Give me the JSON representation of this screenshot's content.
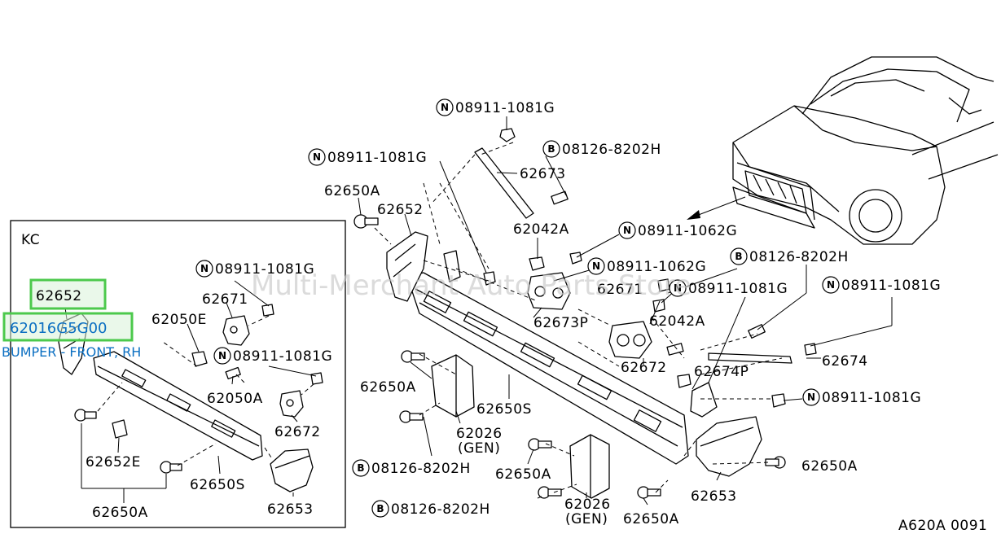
{
  "watermark": "Multi-Merchant Auto Parts Store",
  "inset_label": "KC",
  "diagram_code": "A620A 0091",
  "highlight": {
    "part_ref": "62652",
    "part_number": "62016G5G00",
    "description": "BUMPER - FRONT, RH",
    "accent_color": "#4cc94c",
    "text_color": "#0b6fc2"
  },
  "labels": {
    "m_08911_1081G_top": "08911-1081G",
    "m_08126_8202H_top": "08126-8202H",
    "m_08911_1081G_mid": "08911-1081G",
    "p_62673": "62673",
    "p_62650A_a": "62650A",
    "p_62652_main": "62652",
    "p_62042A_a": "62042A",
    "m_08911_1062G_a": "08911-1062G",
    "m_08126_8202H_right": "08126-8202H",
    "m_08911_1062G_b": "08911-1062G",
    "p_62671_main": "62671",
    "m_08911_1081G_r1": "08911-1081G",
    "m_08911_1081G_r2": "08911-1081G",
    "p_62673P": "62673P",
    "p_62042A_b": "62042A",
    "p_62674": "62674",
    "p_62672_main": "62672",
    "p_62674P": "62674P",
    "p_62650A_b": "62650A",
    "m_08911_1081G_r3": "08911-1081G",
    "p_62650S_main": "62650S",
    "p_62026_a": "62026",
    "p_gen_a": "(GEN)",
    "m_08126_8202H_bot": "08126-8202H",
    "p_62650A_c": "62650A",
    "p_62650A_d": "62650A",
    "m_08126_8202H_bot2": "08126-8202H",
    "p_62026_b": "62026",
    "p_gen_b": "(GEN)",
    "p_62650A_e": "62650A",
    "p_62653_main": "62653",
    "i_08911_1081G_a": "08911-1081G",
    "i_62671": "62671",
    "i_62050E": "62050E",
    "i_08911_1081G_b": "08911-1081G",
    "i_62050A": "62050A",
    "i_62672": "62672",
    "i_62652E": "62652E",
    "i_62650S": "62650S",
    "i_62653": "62653",
    "i_62650A": "62650A"
  },
  "symbols": {
    "n": "N",
    "b": "B"
  }
}
